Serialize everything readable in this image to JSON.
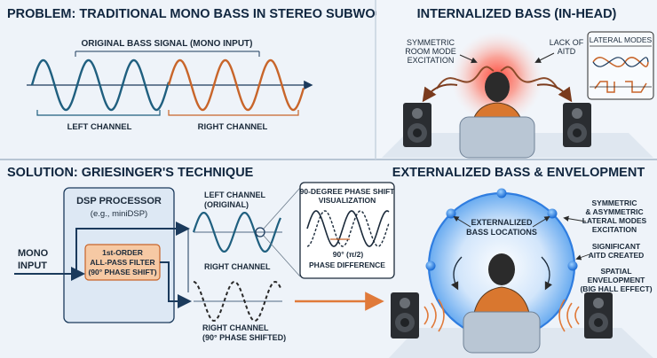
{
  "problem": {
    "title": "PROBLEM: TRADITIONAL MONO BASS IN STEREO SUBWOOFERS",
    "signal_label": "ORIGINAL BASS SIGNAL (MONO INPUT)",
    "left_label": "LEFT CHANNEL",
    "right_label": "RIGHT CHANNEL"
  },
  "internalized": {
    "title": "INTERNALIZED BASS (IN-HEAD)",
    "symmetric_line1": "SYMMETRIC",
    "symmetric_line2": "ROOM MODE",
    "symmetric_line3": "EXCITATION",
    "lack_line1": "LACK OF",
    "lack_line2": "AITD",
    "lateral_modes": "LATERAL MODES"
  },
  "solution": {
    "title": "SOLUTION: GRIESINGER'S TECHNIQUE",
    "dsp_title": "DSP PROCESSOR",
    "dsp_sub": "(e.g., miniDSP)",
    "filter_line1": "1st-ORDER",
    "filter_line2": "ALL-PASS FILTER",
    "filter_line3": "(90° PHASE SHIFT)",
    "mono_line1": "MONO",
    "mono_line2": "INPUT",
    "left_line1": "LEFT CHANNEL",
    "left_line2": "(ORIGINAL)",
    "right_label": "RIGHT CHANNEL",
    "right_shift_line1": "RIGHT CHANNEL",
    "right_shift_line2": "(90° PHASE SHIFTED)",
    "viz_line1": "90-DEGREE PHASE SHIFT",
    "viz_line2": "VISUALIZATION",
    "viz_angle": "90° (π/2)",
    "viz_diff": "PHASE DIFFERENCE"
  },
  "externalized": {
    "title": "EXTERNALIZED BASS & ENVELOPMENT",
    "loc_line1": "EXTERNALIZED",
    "loc_line2": "BASS LOCATIONS",
    "sym_line1": "SYMMETRIC",
    "sym_line2": "& ASYMMETRIC",
    "sym_line3": "LATERAL MODES",
    "sym_line4": "EXCITATION",
    "aitd_line1": "SIGNIFICANT",
    "aitd_line2": "AITD CREATED",
    "env_line1": "SPATIAL",
    "env_line2": "ENVELOPMENT",
    "env_line3": "(BIG HALL EFFECT)"
  },
  "colors": {
    "navy": "#1b3a5c",
    "wave_blue": "#1f5f7f",
    "wave_orange": "#c8652a",
    "accent_orange": "#e07a3a",
    "glow_red": "#ff4a3a",
    "glow_blue": "#3f8fe8",
    "filter_fill": "#f6c9a4"
  }
}
